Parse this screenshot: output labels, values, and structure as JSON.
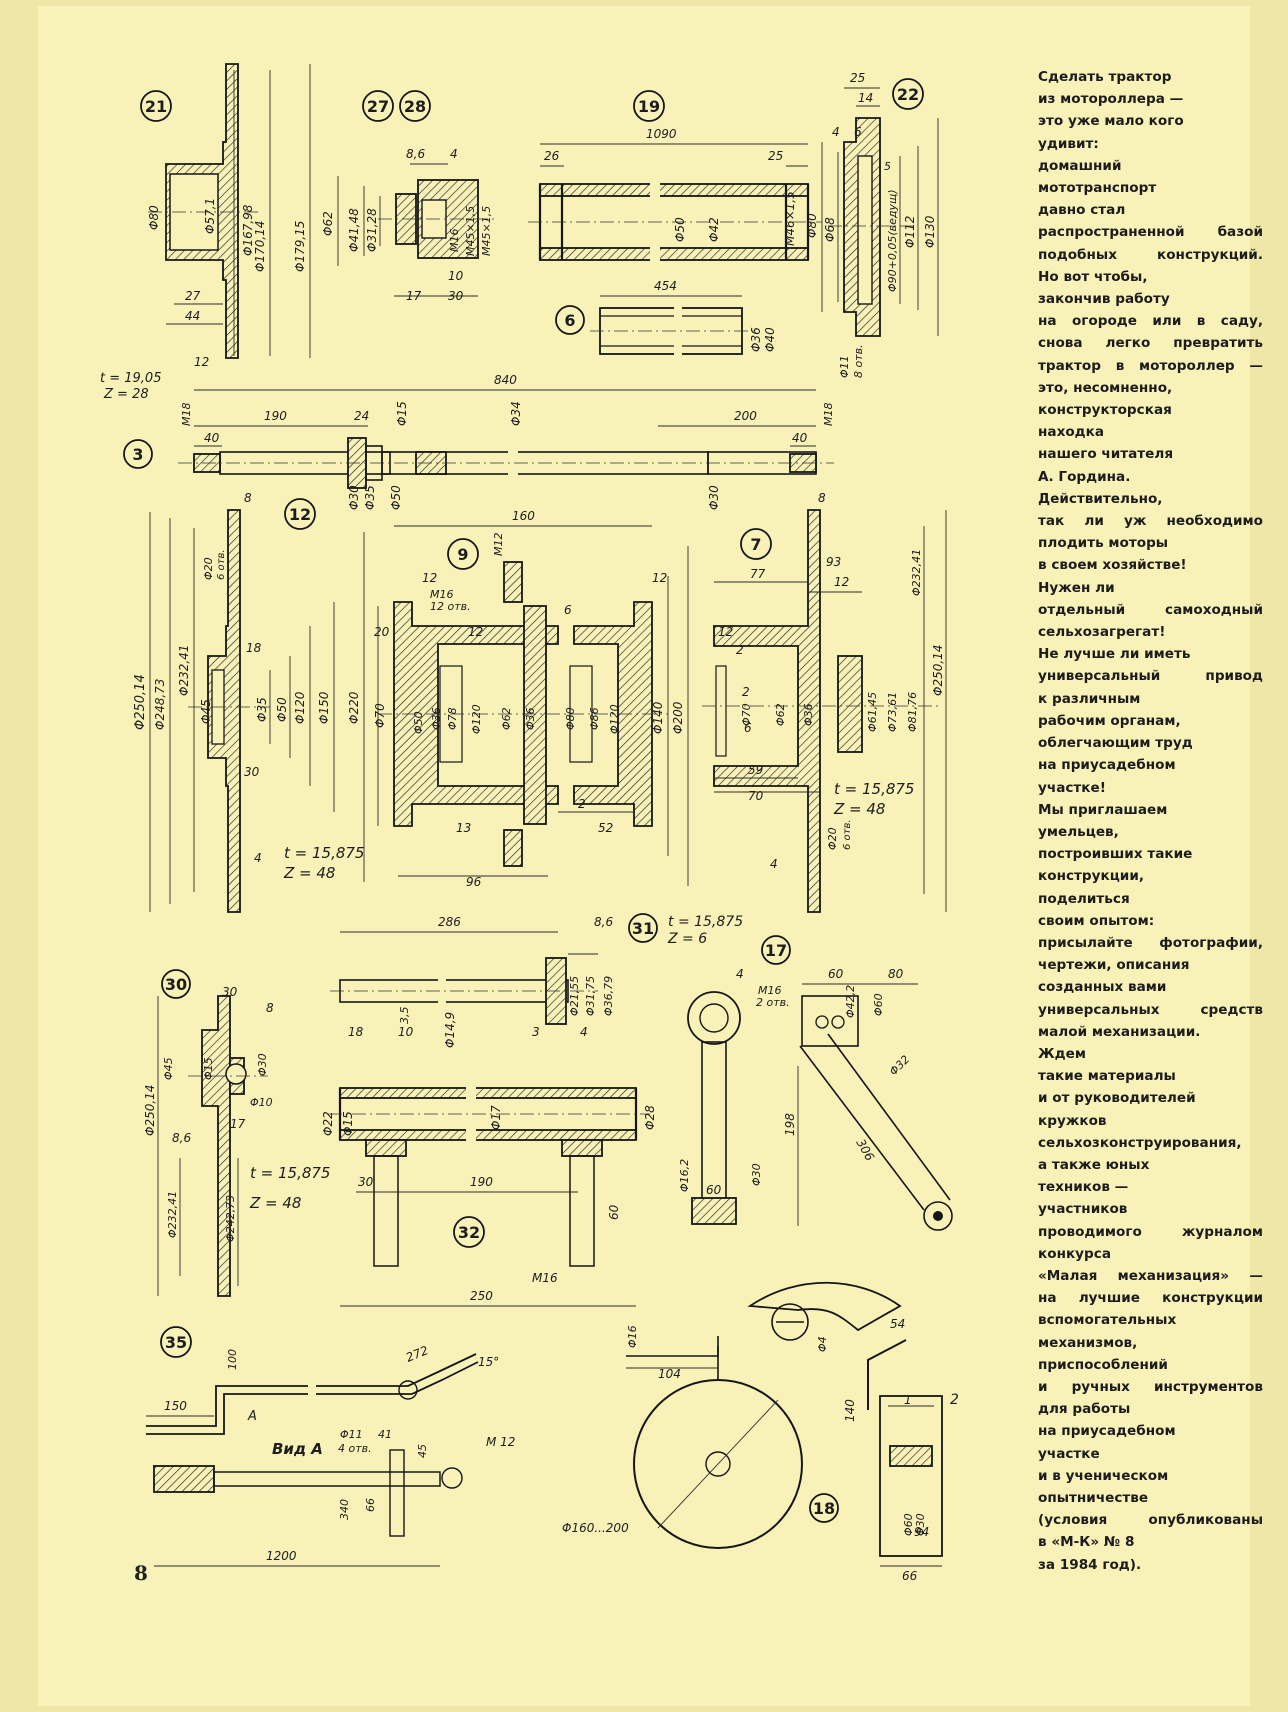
{
  "sidebar": {
    "lines": [
      "Сделать трактор",
      "из мотороллера —",
      "это уже мало кого",
      "удивит:",
      "домашний",
      "мототранспорт",
      "давно стал",
      "распространенной базой",
      "подобных конструкций.",
      "Но вот чтобы,",
      "закончив работу",
      "на огороде или в саду,",
      "снова легко превратить",
      "трактор в мотороллер —",
      "это, несомненно,",
      "конструкторская",
      "находка",
      "нашего читателя",
      "А. Гордина.",
      "Действительно,",
      "так ли уж необходимо",
      "плодить моторы",
      "в своем хозяйстве!",
      "Нужен ли",
      "отдельный самоходный",
      "сельхозагрегат!",
      "Не лучше ли иметь",
      "универсальный привод",
      "к различным",
      "рабочим органам,",
      "облегчающим труд",
      "на приусадебном",
      "участке!",
      "Мы приглашаем",
      "умельцев,",
      "построивших такие",
      "конструкции,",
      "поделиться",
      "своим опытом:",
      "присылайте фотографии,",
      "чертежи, описания",
      "созданных вами",
      "универсальных средств",
      "малой механизации.",
      "Ждем",
      "такие материалы",
      "и от руководителей",
      "кружков",
      "сельхозконструирования,",
      "а также юных",
      "техников —",
      "участников",
      "проводимого журналом",
      "конкурса",
      "«Малая механизация» —",
      "на лучшие конструкции",
      "вспомогательных",
      "механизмов,",
      "приспособлений",
      "и ручных инструментов",
      "для работы",
      "на приусадебном",
      "участке",
      "и в ученическом",
      "опытничестве",
      "(условия опубликованы",
      "в «М-К» № 8",
      "за 1984 год)."
    ]
  },
  "page_number": "8",
  "parts": {
    "p21": {
      "num": "21",
      "dims": [
        "Φ80",
        "Φ57,1",
        "Φ167,98",
        "Φ170,14",
        "Φ179,15",
        "27",
        "44",
        "12"
      ]
    },
    "p27": {
      "num": "27",
      "num2": "28",
      "dims": [
        "8,6",
        "4",
        "Φ62",
        "Φ41,48",
        "Φ31,28",
        "M16",
        "M45×1,5",
        "M45×1,5",
        "10",
        "17",
        "30"
      ]
    },
    "p19": {
      "num": "19",
      "dims": [
        "1090",
        "26",
        "25",
        "Φ50",
        "Φ42",
        "M46×1,5"
      ]
    },
    "p6": {
      "num": "6",
      "dims": [
        "454",
        "Φ36",
        "Φ40"
      ]
    },
    "p22": {
      "num": "22",
      "dims": [
        "25",
        "14",
        "4",
        "6",
        "5",
        "Φ80",
        "Φ68",
        "Φ90+0,05(ведущ)",
        "Φ112",
        "Φ130",
        "Φ11",
        "8 отв."
      ]
    },
    "p3": {
      "num": "3",
      "chain": "t = 19,05",
      "teeth": "Z = 28",
      "dims": [
        "840",
        "190",
        "24",
        "Φ15",
        "Φ34",
        "200",
        "M18",
        "40",
        "40",
        "M18",
        "Φ30",
        "Φ35",
        "Φ50",
        "Φ30"
      ]
    },
    "p12": {
      "num": "12",
      "chain": "t = 15,875",
      "teeth": "Z = 48",
      "dims": [
        "8",
        "Φ20",
        "6 отв.",
        "Φ250,14",
        "Φ248,73",
        "Φ232,41",
        "Φ45",
        "Φ35",
        "Φ50",
        "Φ120",
        "Φ150",
        "Φ220",
        "18",
        "30",
        "4"
      ]
    },
    "p9": {
      "num": "9",
      "dims": [
        "160",
        "M12",
        "12",
        "12",
        "M16",
        "12 отв.",
        "6",
        "20",
        "12",
        "Φ70",
        "Φ50",
        "Φ36",
        "Φ78",
        "Φ120",
        "Φ62",
        "Φ36",
        "Φ80",
        "Φ86",
        "Φ120",
        "Φ140",
        "Φ200",
        "13",
        "2",
        "52",
        "96"
      ]
    },
    "p7": {
      "num": "7",
      "chain": "t = 15,875",
      "teeth": "Z = 48",
      "dims": [
        "8",
        "93",
        "77",
        "12",
        "12",
        "2",
        "2",
        "6",
        "Φ70",
        "Φ62",
        "Φ36",
        "Φ61,45",
        "Φ73,61",
        "Φ81,76",
        "Φ232,41",
        "Φ250,14",
        "59",
        "70",
        "Φ20",
        "6 отв.",
        "4"
      ]
    },
    "p31": {
      "num": "31",
      "chain": "t = 15,875",
      "teeth": "Z = 6",
      "dims": [
        "286",
        "8,6",
        "Φ21,55",
        "Φ31,75",
        "Φ36,79",
        "18",
        "10",
        "3,5",
        "Φ14,9",
        "3",
        "4"
      ]
    },
    "p30": {
      "num": "30",
      "chain": "t = 15,875",
      "teeth": "Z = 48",
      "dims": [
        "30",
        "8",
        "Φ45",
        "Φ15",
        "Φ30",
        "Φ10",
        "17",
        "8,6",
        "Φ250,14",
        "Φ232,41",
        "Φ242,73"
      ]
    },
    "p32": {
      "num": "32",
      "dims": [
        "Φ22",
        "Φ15",
        "Φ17",
        "Φ28",
        "30",
        "190",
        "60",
        "M16",
        "250"
      ]
    },
    "p17": {
      "num": "17",
      "dims": [
        "4",
        "M16",
        "2 отв.",
        "60",
        "80",
        "Φ42,2",
        "Φ60",
        "Φ32",
        "198",
        "306",
        "60",
        "Φ16,2",
        "Φ30"
      ]
    },
    "p35": {
      "num": "35",
      "view": "Вид А",
      "arrow": "А",
      "dims": [
        "100",
        "272",
        "15°",
        "150",
        "Φ11",
        "4 отв.",
        "41",
        "45",
        "M 12",
        "340",
        "66",
        "1200"
      ]
    },
    "p18": {
      "num": "18",
      "dims": [
        "Φ16",
        "104",
        "Φ160...200"
      ]
    },
    "p36": {
      "dims": [
        "Φ4",
        "54",
        "140",
        "1",
        "2",
        "Φ60",
        "Φ30",
        "94",
        "66"
      ]
    }
  }
}
